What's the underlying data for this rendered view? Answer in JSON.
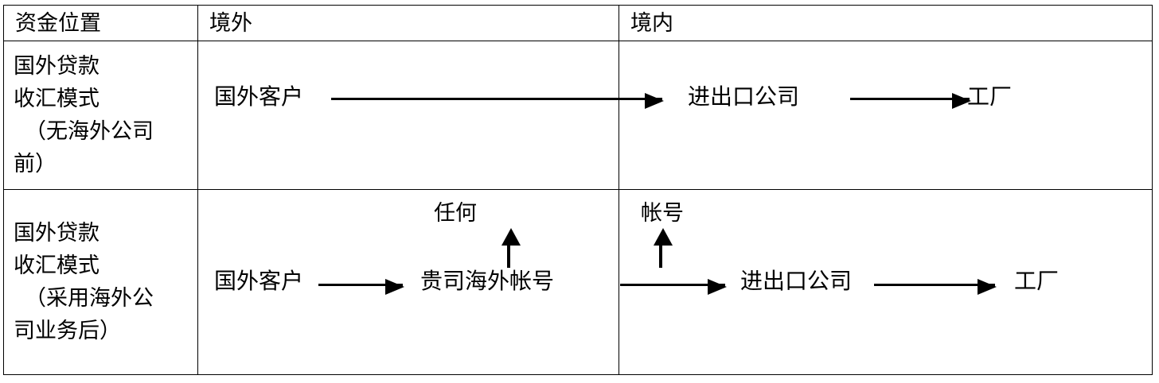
{
  "table": {
    "headers": {
      "col1": "资金位置",
      "col2": "境外",
      "col3": "境内"
    },
    "rows": [
      {
        "id": "before-offshore",
        "label_lines": [
          "国外贷款",
          "收汇模式",
          "（无海外公司",
          "前）"
        ],
        "offshore": {
          "nodes": [
            "国外客户"
          ],
          "arrows": [
            {
              "from": "国外客户",
              "to": "进出口公司",
              "direction": "right",
              "crosses_border": true
            }
          ]
        },
        "onshore": {
          "nodes": [
            "进出口公司",
            "工厂"
          ],
          "arrows": [
            {
              "from": "进出口公司",
              "to": "工厂",
              "direction": "right"
            }
          ]
        }
      },
      {
        "id": "after-offshore",
        "label_lines": [
          "国外贷款",
          "收汇模式",
          "（采用海外公",
          "司业务后）"
        ],
        "offshore": {
          "nodes": [
            "国外客户",
            "贵司海外帐号"
          ],
          "tags": [
            "任何"
          ],
          "arrows": [
            {
              "from": "国外客户",
              "to": "贵司海外帐号",
              "direction": "right"
            },
            {
              "from": "贵司海外帐号",
              "to": "任何",
              "direction": "up"
            }
          ]
        },
        "onshore": {
          "nodes": [
            "进出口公司",
            "工厂"
          ],
          "tags": [
            "帐号"
          ],
          "arrows": [
            {
              "from": "境外",
              "to": "进出口公司",
              "direction": "right"
            },
            {
              "from": "进出口公司",
              "to": "帐号",
              "direction": "up"
            },
            {
              "from": "进出口公司",
              "to": "工厂",
              "direction": "right"
            }
          ]
        }
      }
    ]
  },
  "colors": {
    "border": "#000000",
    "text": "#000000",
    "background": "#ffffff"
  }
}
